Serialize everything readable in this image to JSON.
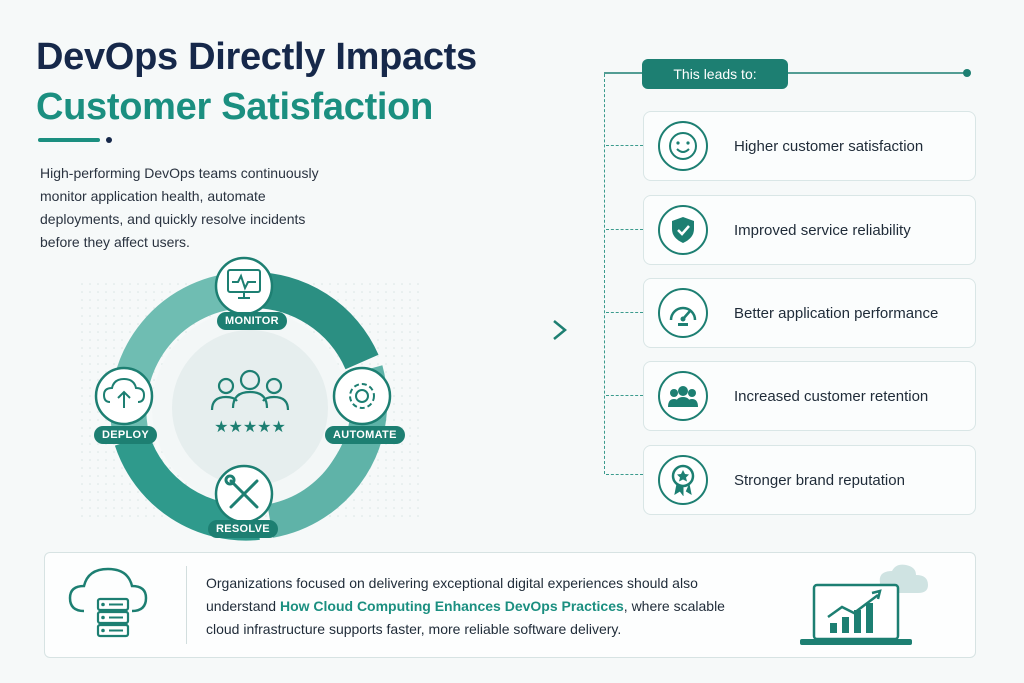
{
  "title": {
    "line1": "DevOps Directly Impacts",
    "line2": "Customer Satisfaction"
  },
  "intro": "High-performing DevOps teams continuously monitor application health, automate deployments, and quickly resolve incidents before they affect users.",
  "cycle": {
    "nodes": [
      {
        "label": "MONITOR",
        "icon": "monitor-icon"
      },
      {
        "label": "AUTOMATE",
        "icon": "gear-icon"
      },
      {
        "label": "RESOLVE",
        "icon": "tools-icon"
      },
      {
        "label": "DEPLOY",
        "icon": "cloud-upload-icon"
      }
    ],
    "center_icon": "team-rating-icon",
    "center_stars": "★★★★★"
  },
  "leads": {
    "heading": "This leads to:",
    "items": [
      {
        "label": "Higher customer satisfaction",
        "icon": "smiley-icon"
      },
      {
        "label": "Improved service reliability",
        "icon": "shield-check-icon"
      },
      {
        "label": "Better application performance",
        "icon": "speedometer-icon"
      },
      {
        "label": "Increased customer retention",
        "icon": "group-icon"
      },
      {
        "label": "Stronger brand reputation",
        "icon": "award-badge-icon"
      }
    ]
  },
  "footer": {
    "text_before": "Organizations focused on delivering exceptional digital experiences should also understand ",
    "link": "How Cloud Computing Enhances DevOps Practices",
    "text_after": ", where scalable cloud infrastructure supports faster, more reliable software delivery.",
    "left_icon": "cloud-server-icon",
    "right_icon": "laptop-growth-chart-icon"
  },
  "colors": {
    "primary": "#1d7f72",
    "accent": "#1b8f80",
    "navy": "#16284a"
  }
}
